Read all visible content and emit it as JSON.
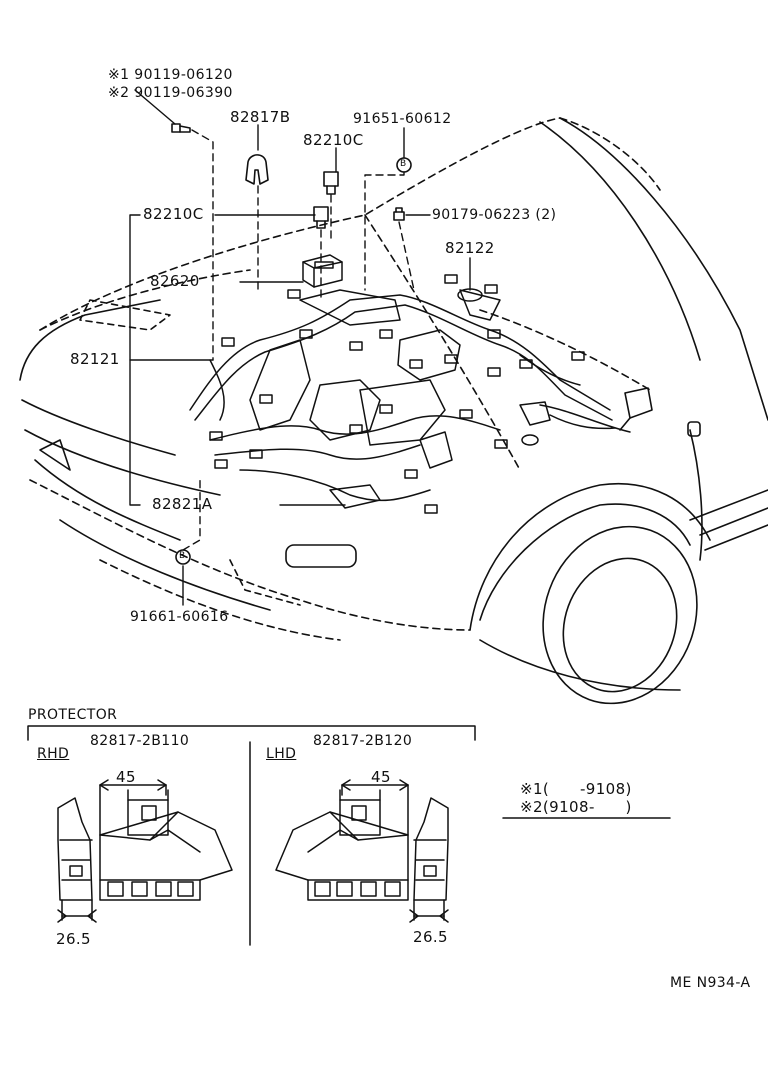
{
  "callouts": {
    "note1_part": "※1 90119-06120",
    "note2_part": "※2 90119-06390",
    "p82817b": "82817B",
    "p82210c_top": "82210C",
    "p91651": "91651-60612",
    "p82210c_left": "82210C",
    "p90179": "90179-06223 (2)",
    "p82122": "82122",
    "p82620": "82620",
    "p82121": "82121",
    "p82821a": "82821A",
    "p91661": "91661-60616",
    "clip_b_top": "B",
    "clip_b_bottom": "B"
  },
  "protector": {
    "heading": "PROTECTOR",
    "rhd_label": "RHD",
    "lhd_label": "LHD",
    "rhd_part": "82817-2B110",
    "lhd_part": "82817-2B120",
    "rhd_dim_width": "45",
    "rhd_dim_side": "26.5",
    "lhd_dim_width": "45",
    "lhd_dim_side": "26.5"
  },
  "legend": {
    "line1": "※1(　　-9108)",
    "line2": "※2(9108-　　)"
  },
  "diagram_code": "ME N934-A"
}
